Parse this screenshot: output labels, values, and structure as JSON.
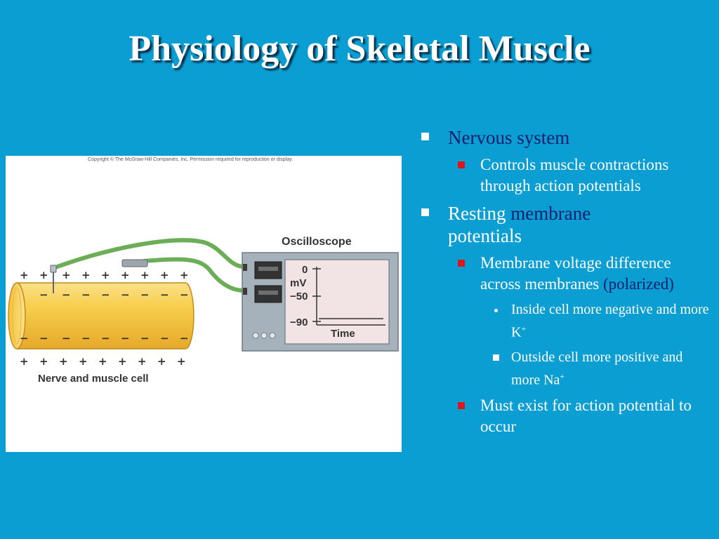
{
  "title": "Physiology of Skeletal Muscle",
  "figure": {
    "copyright": "Copyright © The McGraw-Hill Companies, Inc. Permission required for reproduction or display.",
    "oscilloscope_label": "Oscilloscope",
    "y_tick_top": "0",
    "y_unit": "mV",
    "y_tick_mid": "−50",
    "y_tick_bottom": "−90",
    "x_axis_label": "Time",
    "plus_sign": "+",
    "minus_sign": "−",
    "caption": "Nerve and muscle cell"
  },
  "bullets": {
    "nervous_system": "Nervous system",
    "controls": "Controls muscle contractions through action potentials",
    "resting_prefix": "Resting ",
    "resting_membrane": "membrane",
    "resting_suffix": "potentials",
    "voltage_text": "Membrane voltage difference across membranes ",
    "voltage_polarized": "(polarized)",
    "inside_text": "Inside cell more negative and more K",
    "inside_sup": "+",
    "outside_text": "Outside cell more positive and more Na",
    "outside_sup": "+",
    "must_exist": "Must exist for action potential to occur"
  },
  "colors": {
    "background": "#0a9ed2",
    "dark_text": "#10206e",
    "bullet_red": "#d8181d",
    "cylinder_yellow": "#f5c842",
    "wire_green": "#6cae57"
  }
}
